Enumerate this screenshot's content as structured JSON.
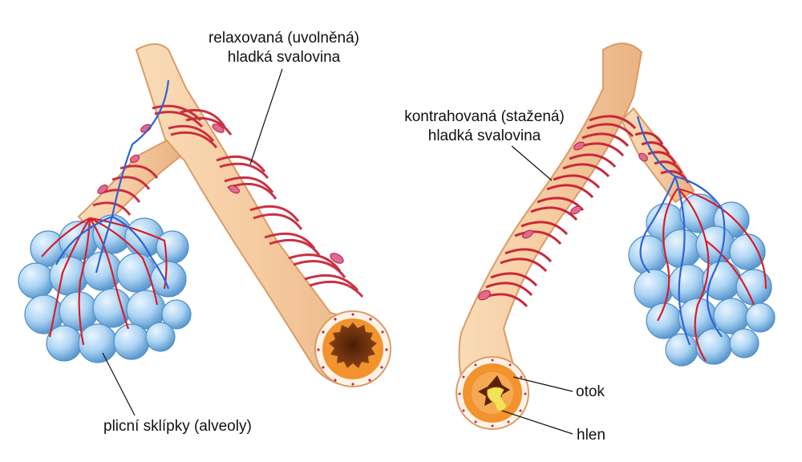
{
  "labels": {
    "relaxed_line1": "relaxovaná (uvolněná)",
    "relaxed_line2": "hladká svalovina",
    "contracted_line1": "kontrahovaná (stažená)",
    "contracted_line2": "hladká svalovina",
    "alveoli": "plicní sklípky (alveoly)",
    "edema": "otok",
    "mucus": "hlen"
  },
  "colors": {
    "airway_fill": "#f6cfa6",
    "airway_edge": "#d99c68",
    "muscle": "#c8283a",
    "artery": "#d61e2a",
    "vein": "#2f62d8",
    "alveolus": "#a9d3f3",
    "alveolus_edge": "#4f8fc7",
    "lumen_relaxed": "#7a3510",
    "edema": "#f2932e",
    "mucus": "#f5e05a"
  }
}
